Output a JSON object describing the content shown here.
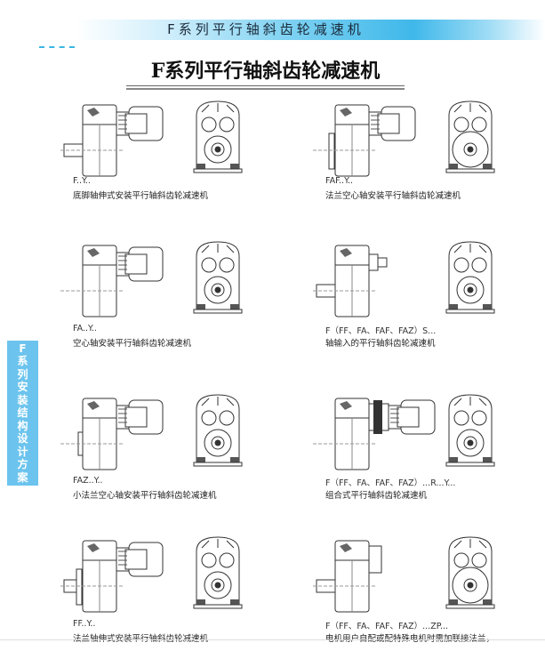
{
  "header": {
    "banner": "F系列平行轴斜齿轮减速机",
    "title": "F系列平行轴斜齿轮减速机"
  },
  "side_tab": {
    "label": "F系列安装结构设计方案"
  },
  "items": [
    {
      "code": "F..Y..",
      "desc": "底脚轴伸式安装平行轴斜齿轮减速机",
      "variant": "shaft"
    },
    {
      "code": "FAF..Y..",
      "desc": "法兰空心轴安装平行轴斜齿轮减速机",
      "variant": "flange-hollow"
    },
    {
      "code": "FA..Y..",
      "desc": "空心轴安装平行轴斜齿轮减速机",
      "variant": "hollow"
    },
    {
      "code": "F（FF、FA、FAF、FAZ）S...",
      "desc": "轴输入的平行轴斜齿轮减速机",
      "variant": "input-shaft"
    },
    {
      "code": "FAZ..Y..",
      "desc": "小法兰空心轴安装平行轴斜齿轮减速机",
      "variant": "hollow-small"
    },
    {
      "code": "F（FF、FA、FAF、FAZ）...R...Y...",
      "desc": "组合式平行轴斜齿轮减速机",
      "variant": "combined"
    },
    {
      "code": "FF..Y..",
      "desc": "法兰轴伸式安装平行轴斜齿轮减速机",
      "variant": "flange-shaft"
    },
    {
      "code": "F（FF、FA、FAF、FAZ）...ZP...",
      "desc": "电机用户自配或配特殊电机时需加联接法兰，",
      "variant": "adapter"
    }
  ]
}
